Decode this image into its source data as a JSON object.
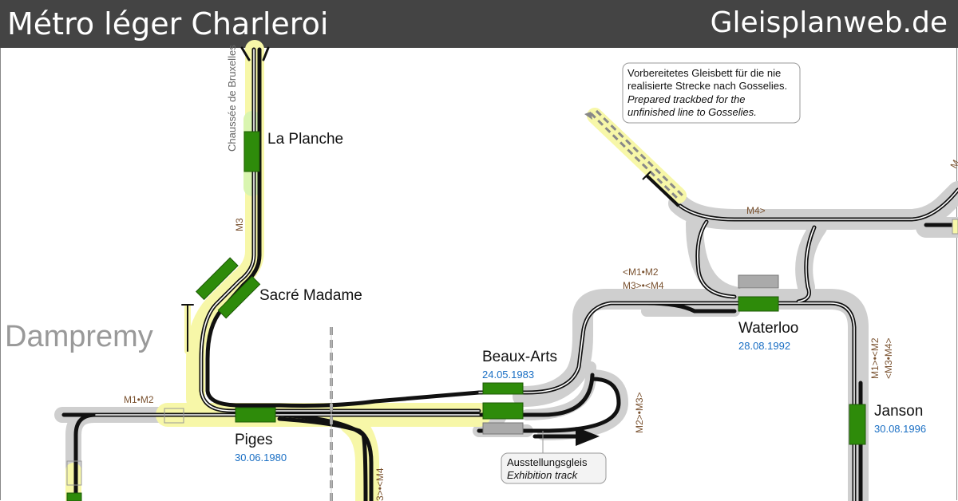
{
  "header": {
    "title": "Métro léger Charleroi",
    "site": "Gleisplanweb.de"
  },
  "district": "Dampremy",
  "street": "Chaussée de Bruxelles",
  "stations": [
    {
      "id": "la-planche",
      "name": "La Planche",
      "date": ""
    },
    {
      "id": "sacre-madame",
      "name": "Sacré Madame",
      "date": ""
    },
    {
      "id": "piges",
      "name": "Piges",
      "date": "30.06.1980"
    },
    {
      "id": "beaux-arts",
      "name": "Beaux-Arts",
      "date": "24.05.1983"
    },
    {
      "id": "waterloo",
      "name": "Waterloo",
      "date": "28.08.1992"
    },
    {
      "id": "janson",
      "name": "Janson",
      "date": "30.08.1996"
    }
  ],
  "line_labels": {
    "m3": "M3",
    "m1m2": "M1•M2",
    "m4": "M4>",
    "waterloo_a": "<M1•M2",
    "waterloo_b": "M3>•<M4",
    "m2m3": "M2>•M3>",
    "janson_a": "M1>•<M2",
    "janson_b": "<M3•M4>",
    "bottom": "3>•<M4",
    "corner": "M"
  },
  "notes": {
    "gosselies_de": [
      "Vorbereitetes Gleisbett für die nie",
      "realisierte Strecke nach Gosselies."
    ],
    "gosselies_en": [
      "Prepared trackbed for the",
      "unfinished line to Gosselies."
    ],
    "exhibition_de": "Ausstellungsgleis",
    "exhibition_en": "Exhibition track"
  },
  "colors": {
    "header_bg": "#444444",
    "track": "#111111",
    "trackbed_grey": "#cfcfcf",
    "trackbed_yellow": "#f7f7a8",
    "station_green": "#2e8b0a",
    "date_blue": "#1a6fc4",
    "line_label": "#7a5230"
  }
}
